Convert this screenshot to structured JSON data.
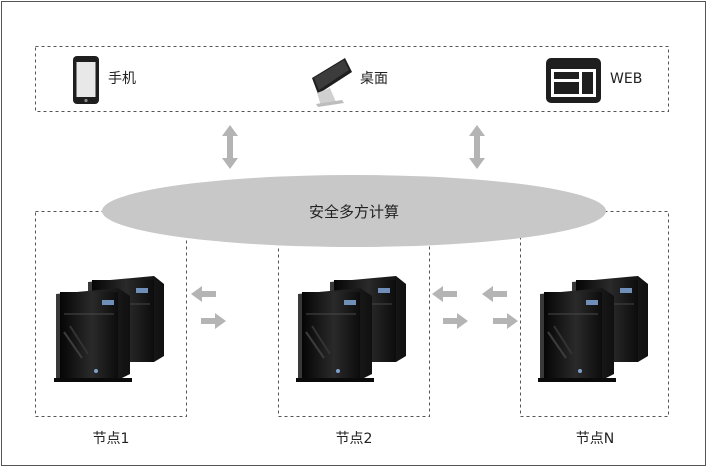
{
  "clients": [
    {
      "label": "手机",
      "icon": "phone-icon"
    },
    {
      "label": "桌面",
      "icon": "monitor-icon"
    },
    {
      "label": "WEB",
      "icon": "web-window-icon"
    }
  ],
  "center": {
    "label": "安全多方计算"
  },
  "nodes": [
    {
      "label": "节点1",
      "icon": "server-icon"
    },
    {
      "label": "节点2",
      "icon": "server-icon"
    },
    {
      "label": "节点N",
      "icon": "server-icon"
    }
  ],
  "colors": {
    "ellipse": "#c8c8c8",
    "arrow": "#b4b4b4",
    "dash": "#555555",
    "dark": "#1e1e1e"
  }
}
